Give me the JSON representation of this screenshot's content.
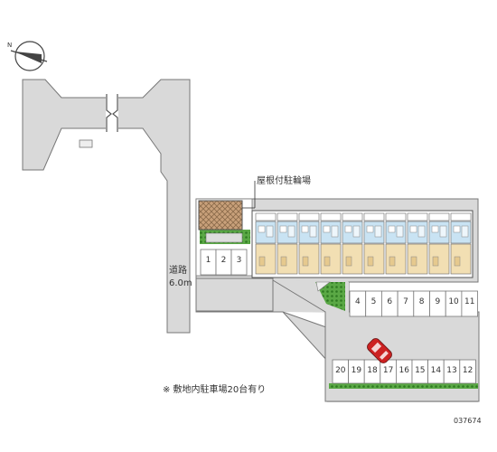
{
  "labels": {
    "road": "道路",
    "road_width": "6.0m",
    "bicycle_parking": "屋根付駐輪場",
    "note": "※ 敷地内駐車場20台有り",
    "code": "037674"
  },
  "parking_rows": {
    "left": [
      "1",
      "2",
      "3"
    ],
    "middle": [
      "4",
      "5",
      "6",
      "7",
      "8",
      "9",
      "10",
      "11"
    ],
    "bottom": [
      "20",
      "19",
      "18",
      "17",
      "16",
      "15",
      "14",
      "13",
      "12"
    ]
  },
  "icons": {
    "compass": "compass-icon",
    "car": "car-icon",
    "road_break": "road-break-icon"
  },
  "colors": {
    "pavement": "#d9d9d9",
    "outline": "#777777",
    "building_floor": "#f2dfb3",
    "building_water": "#c9e3f3",
    "greenery": "#3f8f2e",
    "bike_roof": "#c8a07a",
    "car": "#cc2222"
  }
}
